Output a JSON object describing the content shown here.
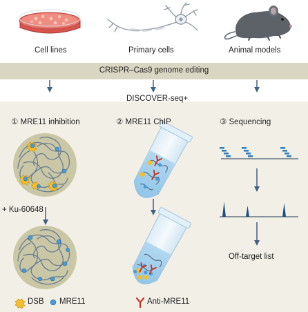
{
  "sources": [
    {
      "label": "Cell lines",
      "icon": "petri-dish-icon"
    },
    {
      "label": "Primary cells",
      "icon": "neuron-icon"
    },
    {
      "label": "Animal models",
      "icon": "mouse-icon"
    }
  ],
  "band_label": "CRISPR–Cas9 genome editing",
  "method_label": "DISCOVER-seq+",
  "steps": [
    {
      "num": "①",
      "label": "MRE11 inhibition"
    },
    {
      "num": "②",
      "label": "MRE11 ChIP"
    },
    {
      "num": "③",
      "label": "Sequencing"
    }
  ],
  "treatment_label": "+ Ku-60648",
  "output_label": "Off-target list",
  "legend": {
    "dsb": "DSB",
    "mre11": "MRE11",
    "antibody": "Anti-MRE11"
  },
  "colors": {
    "band": "#d9d6c3",
    "panel": "#f2f0e6",
    "arrow": "#3f5f86",
    "nucleus": "#c9c7a6",
    "dna": "#6b7d8f",
    "dsb": "#f0c030",
    "mre11": "#4a9bd4",
    "antibody": "#c0392b",
    "reads": "#2f7fc1",
    "peaks": "#1f4f80"
  }
}
